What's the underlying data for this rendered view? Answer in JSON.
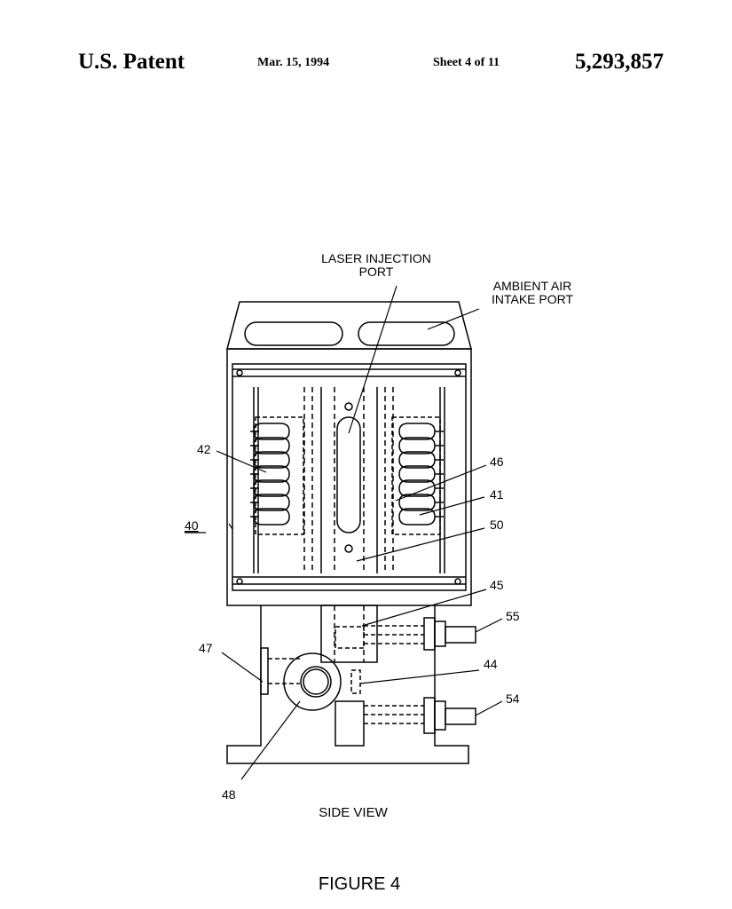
{
  "header": {
    "title": "U.S. Patent",
    "date": "Mar. 15, 1994",
    "sheet": "Sheet 4 of 11",
    "patent_number": "5,293,857"
  },
  "drawing": {
    "callouts": {
      "laser_line1": "LASER INJECTION",
      "laser_line2": "PORT",
      "air_line1": "AMBIENT AIR",
      "air_line2": "INTAKE PORT"
    },
    "reference_numerals": {
      "n40": "40",
      "n41": "41",
      "n42": "42",
      "n44": "44",
      "n45": "45",
      "n46": "46",
      "n47": "47",
      "n48": "48",
      "n50": "50",
      "n54": "54",
      "n55": "55"
    },
    "view_caption": "SIDE VIEW",
    "figure_caption": "FIGURE 4"
  }
}
